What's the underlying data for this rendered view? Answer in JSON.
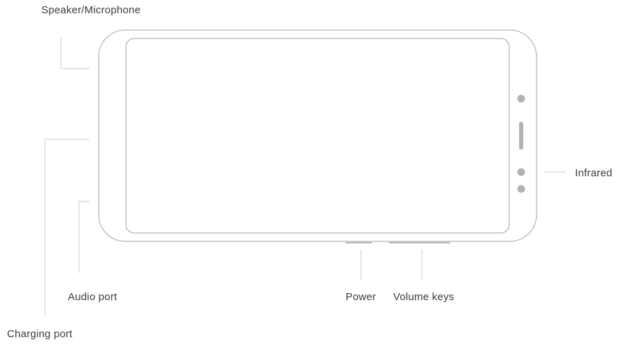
{
  "labels": {
    "speaker_microphone": "Speaker/Microphone",
    "charging_port": "Charging port",
    "audio_port": "Audio port",
    "power": "Power",
    "volume_keys": "Volume keys",
    "infrared": "Infrared"
  },
  "colors": {
    "outline": "#b5b5b5",
    "leader_line": "#c8c8c8",
    "sensor": "#b3b3b3",
    "label_text": "#3c3c3c"
  }
}
